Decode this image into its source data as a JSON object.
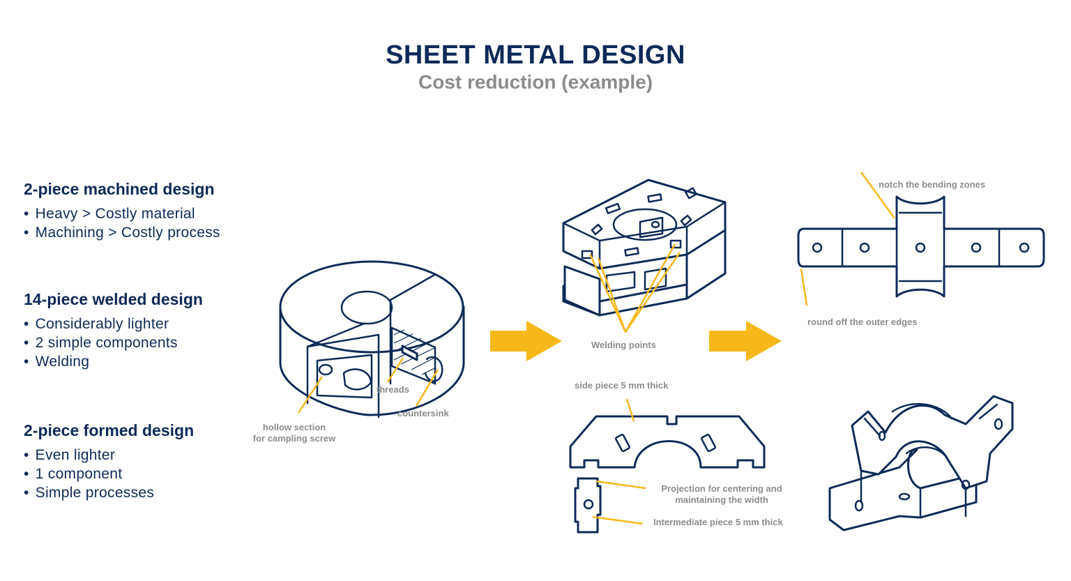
{
  "header": {
    "title": "SHEET METAL DESIGN",
    "subtitle": "Cost reduction (example)"
  },
  "designs": [
    {
      "heading": "2-piece machined design",
      "bullets": [
        "Heavy > Costly material",
        "Machining > Costly process"
      ]
    },
    {
      "heading": "14-piece welded design",
      "bullets": [
        "Considerably lighter",
        "2 simple components",
        "Welding"
      ]
    },
    {
      "heading": "2-piece formed design",
      "bullets": [
        "Even lighter",
        "1 component",
        "Simple processes"
      ]
    }
  ],
  "callouts": {
    "threads": "threads",
    "countersink": "countersink",
    "hollow_line1": "hollow section",
    "hollow_line2": "for campling screw",
    "welding_points": "Welding points",
    "side_piece": "side piece 5 mm thick",
    "projection_line1": "Projection for centering and",
    "projection_line2": "maintaining the width",
    "intermediate": "Intermediate piece 5 mm thick",
    "notch": "notch the bending zones",
    "round_off": "round off the outer edges"
  },
  "colors": {
    "navy": "#0d2a57",
    "accent": "#f6b919",
    "gray": "#8c8c8c"
  },
  "icons": [
    "flow-arrow-icon",
    "flow-arrow-icon"
  ]
}
